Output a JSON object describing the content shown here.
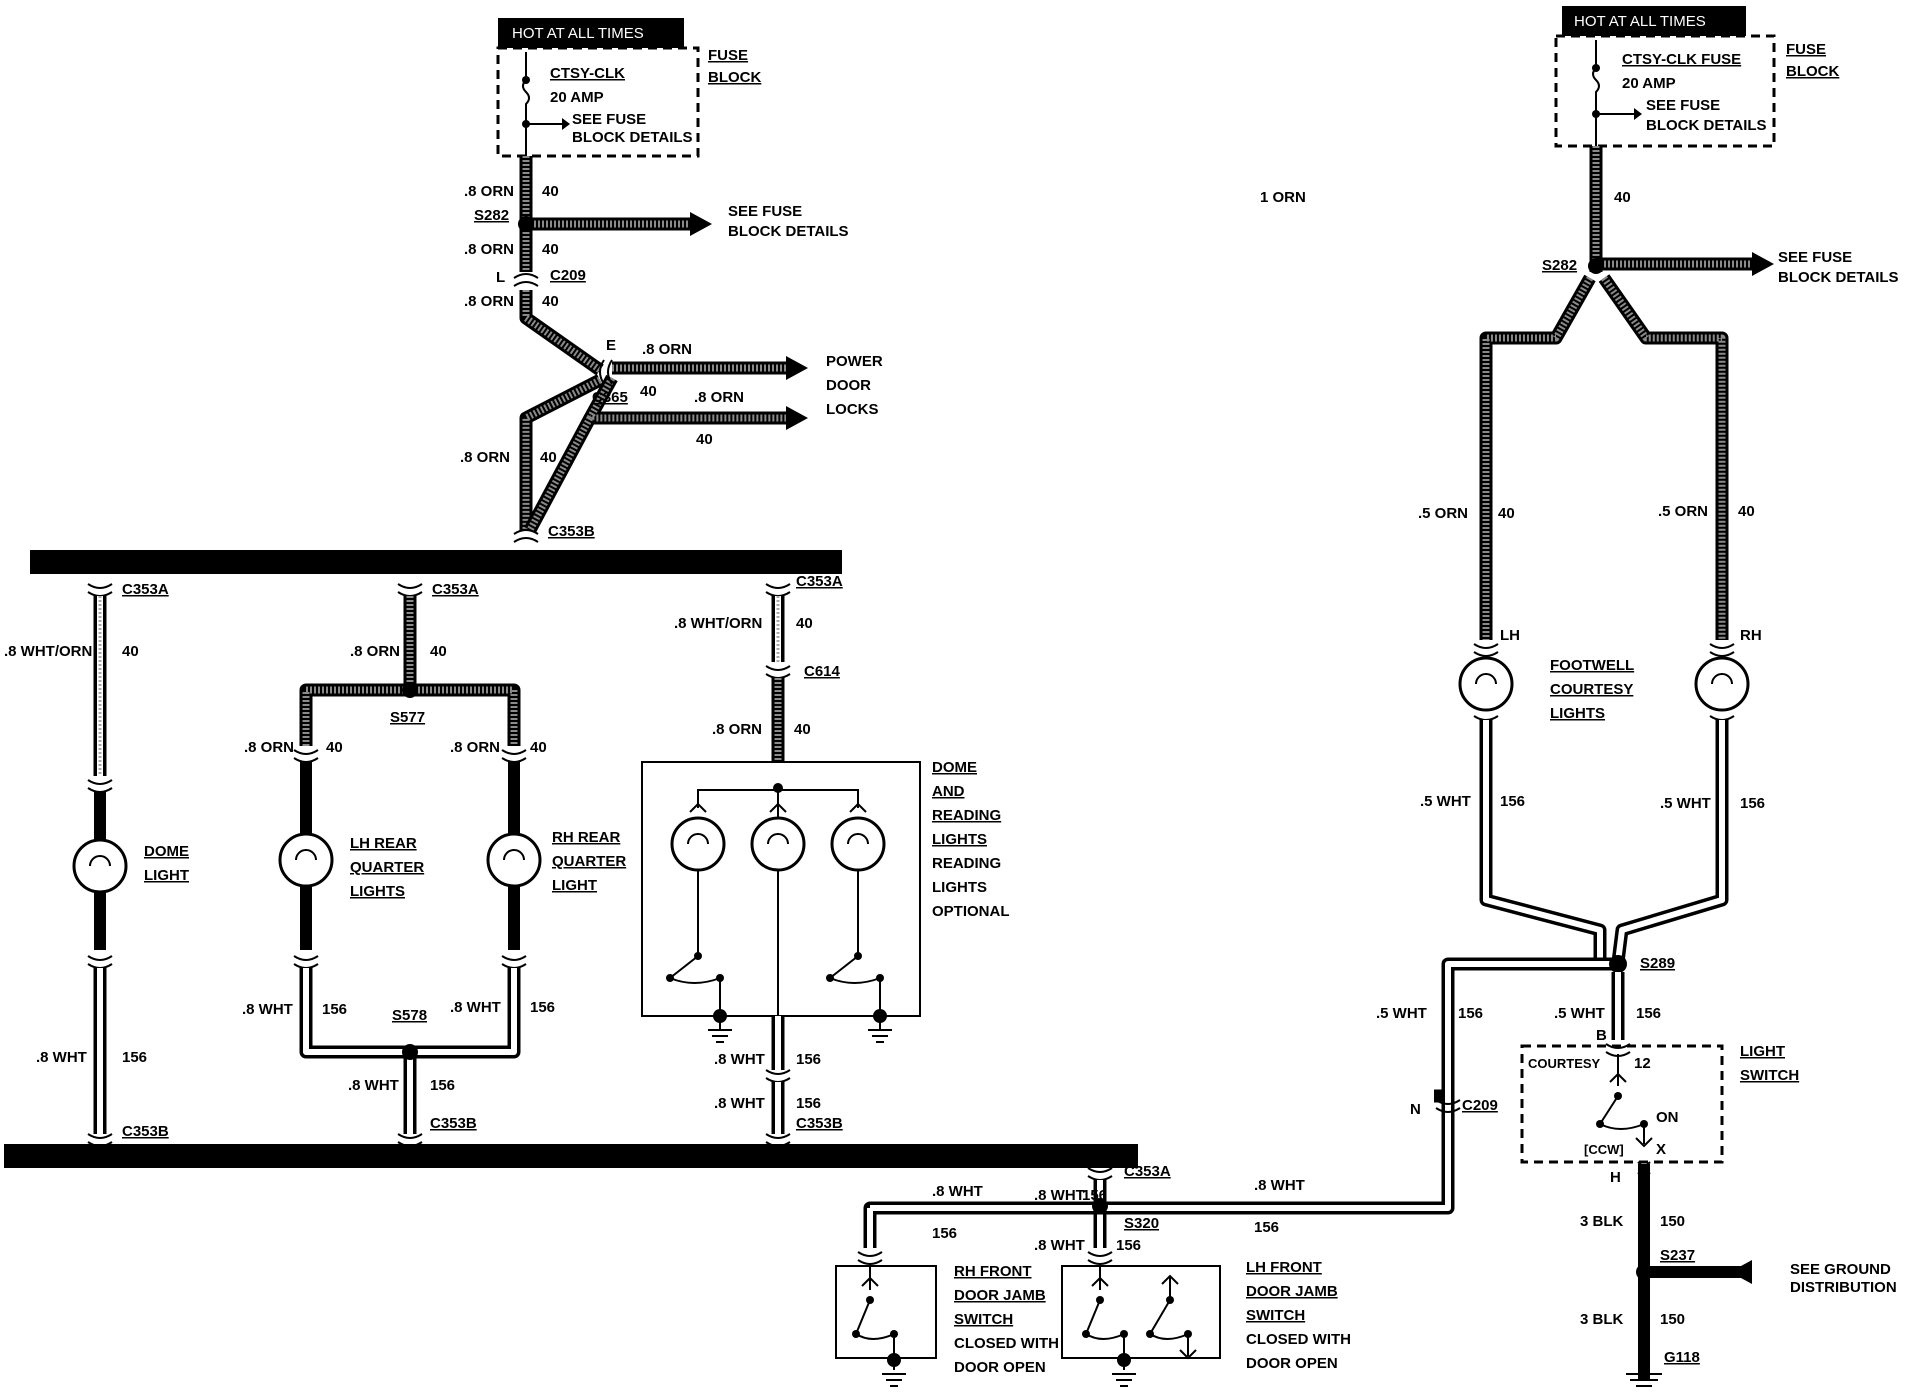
{
  "fuse_block_left": {
    "hot_at_all_times": "HOT AT ALL TIMES",
    "fuse_name": "CTSY-CLK",
    "rating": "20 AMP",
    "see1": "SEE FUSE",
    "see2": "BLOCK DETAILS",
    "title1": "FUSE",
    "title2": "BLOCK"
  },
  "fuse_block_right": {
    "hot_at_all_times": "HOT AT ALL TIMES",
    "fuse_name": "CTSY-CLK FUSE",
    "rating": "20 AMP",
    "see1": "SEE FUSE",
    "see2": "BLOCK DETAILS",
    "title1": "FUSE",
    "title2": "BLOCK"
  },
  "labels": {
    "orn_08": ".8 ORN",
    "orn_05": ".5 ORN",
    "orn_1": "1 ORN",
    "wht_08": ".8 WHT",
    "wht_05": ".5 WHT",
    "wht_orn_08": ".8 WHT/ORN",
    "blk_3": "3 BLK",
    "c40": "40",
    "c156": "156",
    "c150": "150",
    "s282": "S282",
    "c209": "C209",
    "c365": "C365",
    "c353a": "C353A",
    "c353b": "C353B",
    "c614": "C614",
    "s577": "S577",
    "s578": "S578",
    "s289": "S289",
    "s320": "S320",
    "s237": "S237",
    "g118": "G118",
    "pin_l": "L",
    "pin_e": "E",
    "pin_n": "N",
    "pin_b": "B",
    "pin_h": "H",
    "pin_x": "X",
    "pin_12": "12",
    "lh": "LH",
    "rh": "RH",
    "on": "ON",
    "ccw": "[CCW]",
    "courtesy": "COURTESY",
    "see_fuse": "SEE FUSE",
    "block_details": "BLOCK DETAILS",
    "power": "POWER",
    "door": "DOOR",
    "locks": "LOCKS",
    "dome": "DOME",
    "light": "LIGHT",
    "lights": "LIGHTS",
    "lh_rear": "LH REAR",
    "rh_rear": "RH REAR",
    "quarter": "QUARTER",
    "and": "AND",
    "reading": "READING",
    "optional": "OPTIONAL",
    "footwell": "FOOTWELL",
    "courtesy_u": "COURTESY",
    "light_switch1": "LIGHT",
    "light_switch2": "SWITCH",
    "rh_front": "RH FRONT",
    "lh_front": "LH FRONT",
    "door_jamb": "DOOR JAMB",
    "switch": "SWITCH",
    "closed_with": "CLOSED WITH",
    "door_open": "DOOR OPEN",
    "see_ground": "SEE GROUND",
    "distribution": "DISTRIBUTION"
  }
}
